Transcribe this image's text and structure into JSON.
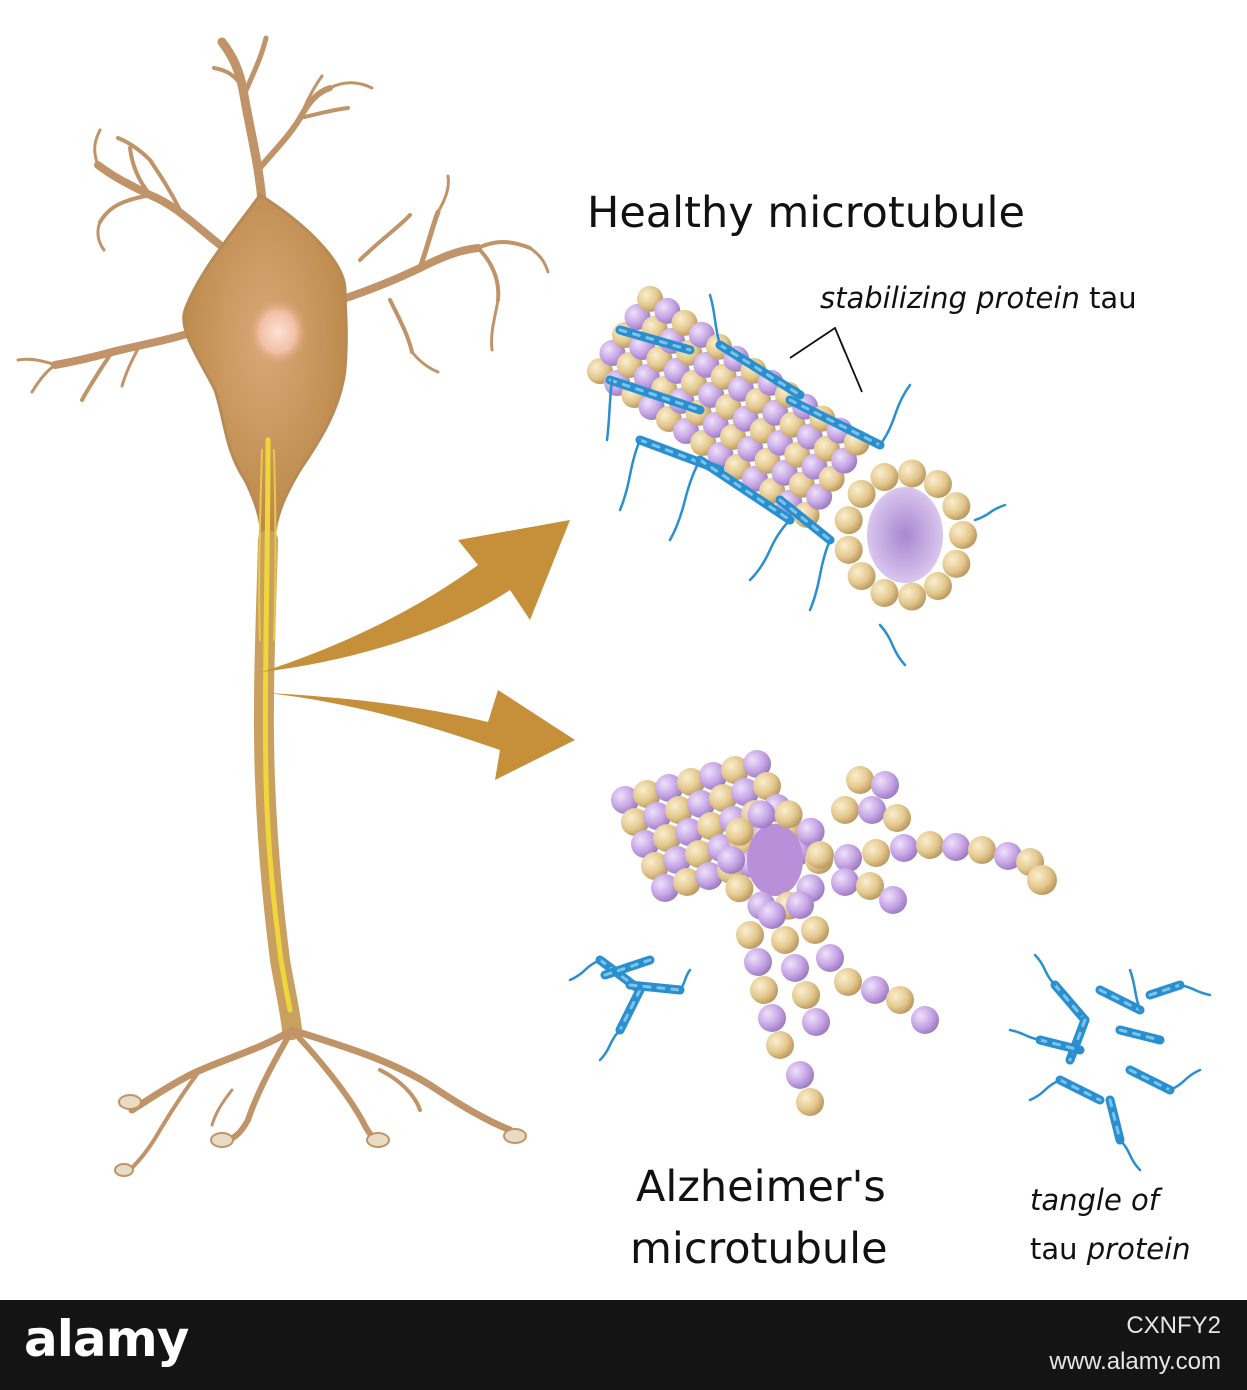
{
  "labels": {
    "healthy_title": "Healthy microtubule",
    "tau_label_italic": "stabilizing protein",
    "tau_label_plain": "tau",
    "alz_title_line1": "Alzheimer's",
    "alz_title_line2": "microtubule",
    "tangle_line1": "tangle of",
    "tangle_line2_plain": "tau",
    "tangle_line2_italic": "protein"
  },
  "footer": {
    "logo": "alamy",
    "image_id": "CXNFY2",
    "site": "www.alamy.com"
  },
  "colors": {
    "neuron": "#c09468",
    "neuron_body": "#c08e55",
    "axon_core": "#f2d83a",
    "arrow": "#c6903a",
    "tubulin_alpha": "#c9a8e6",
    "tubulin_beta": "#e5cd94",
    "tau": "#2a8fcf"
  }
}
